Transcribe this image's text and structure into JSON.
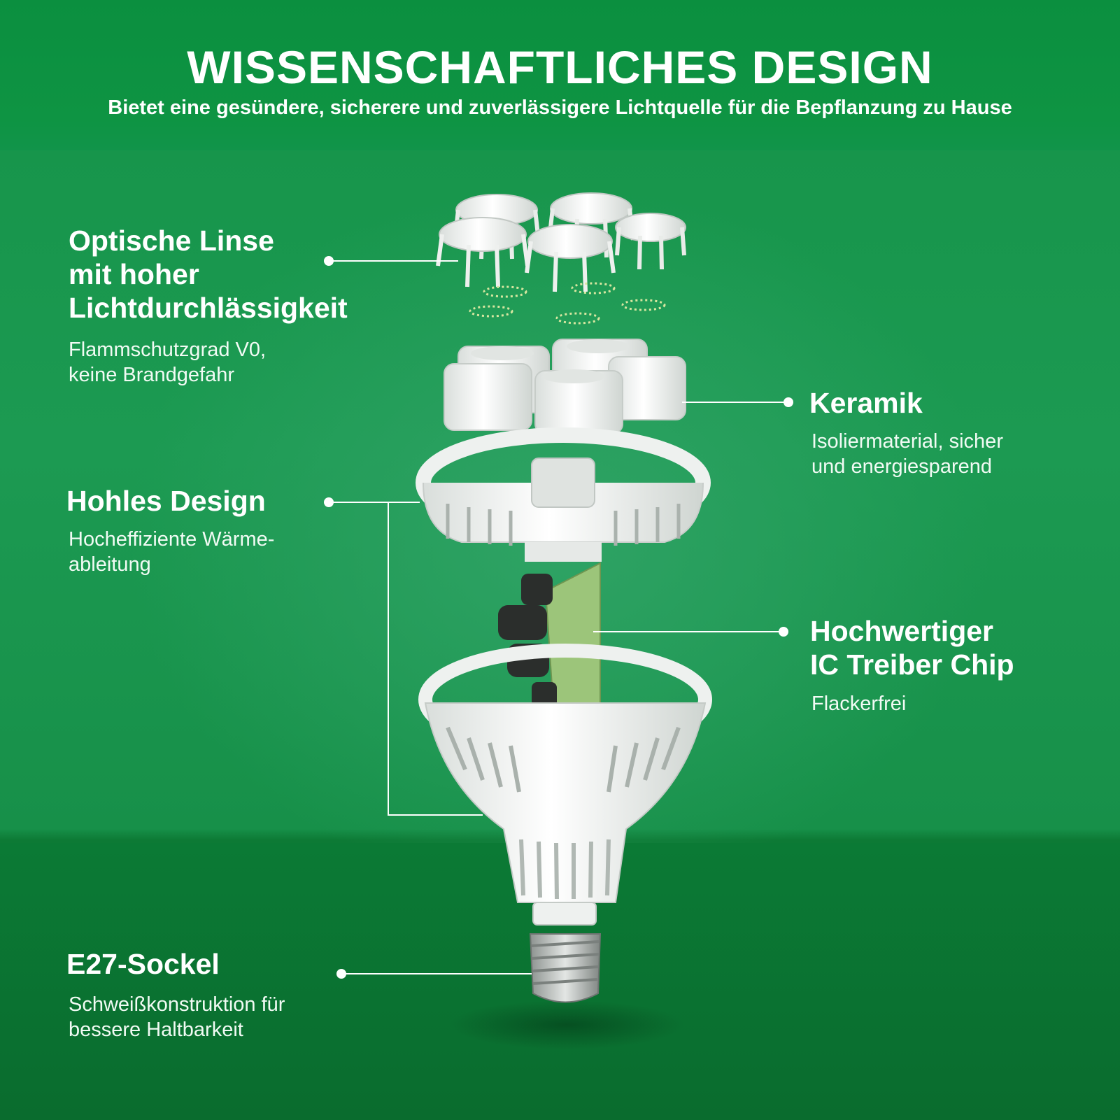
{
  "header": {
    "title": "WISSENSCHAFTLICHES DESIGN",
    "subtitle": "Bietet eine gesündere, sicherere und zuverlässigere Lichtquelle für die Bepflanzung zu Hause"
  },
  "callouts": {
    "lens": {
      "title_lines": [
        "Optische Linse",
        "mit hoher",
        "Lichtdurchlässigkeit"
      ],
      "desc_lines": [
        "Flammschutzgrad V0,",
        "keine Brandgefahr"
      ]
    },
    "ceramic": {
      "title_lines": [
        "Keramik"
      ],
      "desc_lines": [
        "Isoliermaterial, sicher",
        "und energiesparend"
      ]
    },
    "hollow": {
      "title_lines": [
        "Hohles Design"
      ],
      "desc_lines": [
        "Hocheffiziente Wärme-",
        "ableitung"
      ]
    },
    "chip": {
      "title_lines": [
        "Hochwertiger",
        "IC Treiber Chip"
      ],
      "desc_lines": [
        "Flackerfrei"
      ]
    },
    "socket": {
      "title_lines": [
        "E27-Sockel"
      ],
      "desc_lines": [
        "Schweißkonstruktion für",
        "bessere Haltbarkeit"
      ]
    }
  },
  "colors": {
    "background": "#17954b",
    "text": "#ffffff",
    "part_white": "#f4f6f5",
    "pcb_green": "#9cc57a",
    "capacitor_black": "#2b2e2c",
    "metal": "#bfc3c1"
  }
}
